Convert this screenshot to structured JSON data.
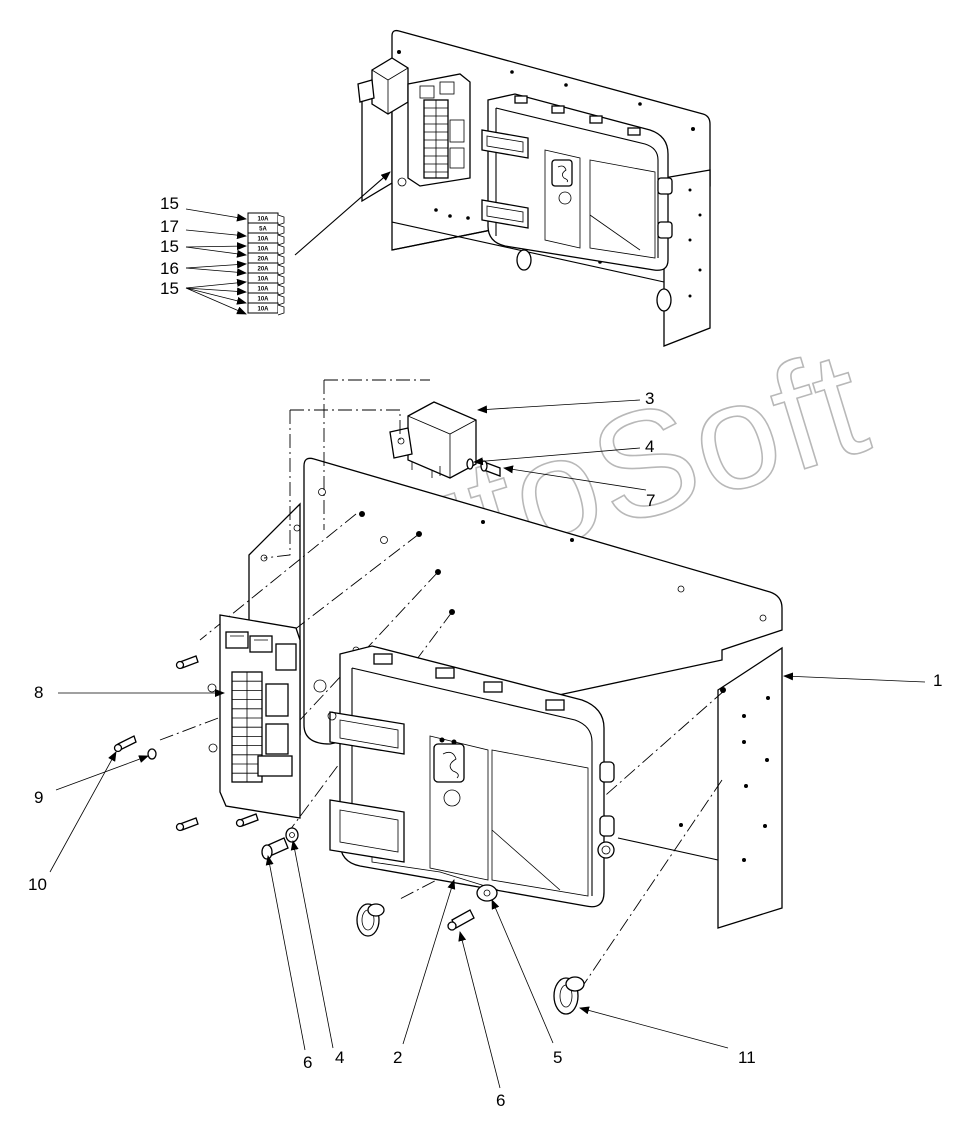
{
  "watermark": "AutoSoft",
  "fuse_labels": [
    "10A",
    "5A",
    "10A",
    "10A",
    "20A",
    "20A",
    "10A",
    "10A",
    "10A",
    "10A"
  ],
  "callouts": {
    "c15a": "15",
    "c17": "17",
    "c15b": "15",
    "c16": "16",
    "c15c": "15",
    "c3": "3",
    "c4a": "4",
    "c7": "7",
    "c1": "1",
    "c8": "8",
    "c9": "9",
    "c10": "10",
    "c6a": "6",
    "c4b": "4",
    "c2": "2",
    "c5": "5",
    "c11": "11",
    "c6b": "6"
  }
}
